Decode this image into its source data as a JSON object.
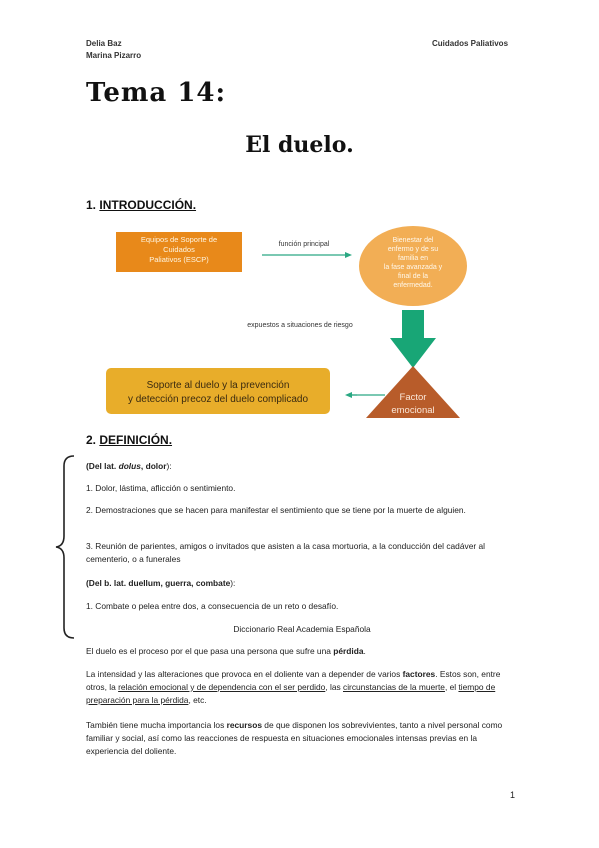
{
  "header": {
    "author1": "Delia Baz",
    "author2": "Marina Pizarro",
    "course": "Cuidados Paliativos"
  },
  "title": {
    "tema": "Tema 14:",
    "topic": "El duelo."
  },
  "section1": {
    "number": "1.",
    "title": "INTRODUCCIÓN."
  },
  "diagram": {
    "box_escp": [
      "Equipos de Soporte de",
      "Cuidados",
      "Paliativos (ESCP)"
    ],
    "arrow_label": "función principal",
    "ellipse": [
      "Bienestar del",
      "enfermo y de su",
      "familia en",
      "la fase avanzada y",
      "final de la",
      "enfermedad."
    ],
    "down_label": "expuestos a situaciones de riesgo",
    "triangle": [
      "Factor",
      "emocional"
    ],
    "box_soporte": [
      "Soporte al duelo y la prevención",
      "y detección precoz del duelo complicado"
    ],
    "colors": {
      "orange": "#e8891a",
      "orange_light": "#f2ae55",
      "yellow": "#e8ad2a",
      "green": "#18a676",
      "brown": "#b85c2a"
    }
  },
  "section2": {
    "number": "2.",
    "title": "DEFINICIÓN."
  },
  "definition": {
    "etym1_pre": "(Del lat. ",
    "etym1_it": "dolus",
    "etym1_post": ", dolor",
    "etym1_end": "):",
    "d1": "1. Dolor, lástima, aflicción o sentimiento.",
    "d2": "2. Demostraciones que se hacen para manifestar el sentimiento que se tiene por la muerte de alguien.",
    "d3": "3. Reunión de parientes, amigos o invitados que asisten a la casa mortuoria, a la conducción del cadáver al cementerio, o a funerales",
    "etym2": "(Del b. lat. duellum, guerra, combate",
    "etym2_end": "):",
    "d4": "1. Combate o pelea entre dos, a consecuencia de un reto o desafío.",
    "source": "Diccionario Real Academia Española"
  },
  "paragraphs": {
    "p1_a": "El duelo es el proceso por el que pasa una persona que sufre una ",
    "p1_b": "pérdida",
    "p1_c": ".",
    "p2_a": "La intensidad y las alteraciones que provoca en el doliente van a depender de varios ",
    "p2_b": "factores",
    "p2_c": ". Estos son, entre otros, la ",
    "p2_d": "relación emocional y de dependencia con el ser perdido",
    "p2_e": ", las ",
    "p2_f": "circunstancias de la muerte",
    "p2_g": ", el ",
    "p2_h": "tiempo de preparación para la pérdida",
    "p2_i": ", etc.",
    "p3_a": "También tiene mucha importancia los ",
    "p3_b": "recursos",
    "p3_c": " de que disponen los sobrevivientes, tanto a nivel personal como familiar y social, así como las reacciones de respuesta en situaciones emocionales intensas previas en la experiencia del doliente."
  },
  "page_number": "1"
}
